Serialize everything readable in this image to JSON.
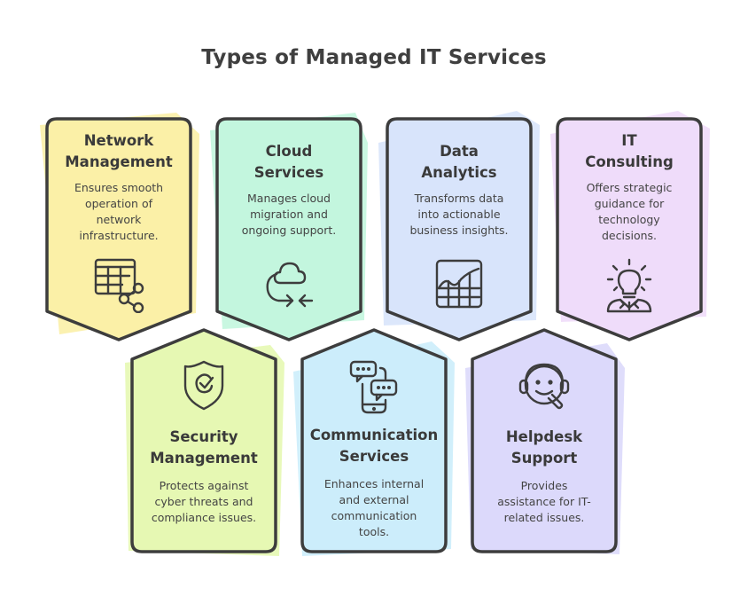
{
  "title": "Types of Managed IT Services",
  "colors": {
    "outline": "#3d3d3d",
    "yellow": "#fbf0a7",
    "mint": "#c3f6de",
    "blue": "#d8e4fb",
    "lilac": "#efdcfa",
    "lime": "#e6f8b3",
    "sky": "#ccedfb",
    "lavender": "#dcd9fb"
  },
  "cards": [
    {
      "heading_line1": "Network",
      "heading_line2": "Management",
      "desc_line1": "Ensures smooth",
      "desc_line2": "operation of",
      "desc_line3": "network",
      "desc_line4": "infrastructure.",
      "icon": "network-table-share-icon"
    },
    {
      "heading_line1": "Cloud",
      "heading_line2": "Services",
      "desc_line1": "Manages cloud",
      "desc_line2": "migration and",
      "desc_line3": "ongoing support.",
      "icon": "cloud-sync-icon"
    },
    {
      "heading_line1": "Data",
      "heading_line2": "Analytics",
      "desc_line1": "Transforms data",
      "desc_line2": "into actionable",
      "desc_line3": "business insights.",
      "icon": "chart-grid-icon"
    },
    {
      "heading_line1": "IT",
      "heading_line2": "Consulting",
      "desc_line1": "Offers strategic",
      "desc_line2": "guidance for",
      "desc_line3": "technology",
      "desc_line4": "decisions.",
      "icon": "lightbulb-person-icon"
    },
    {
      "heading_line1": "Security",
      "heading_line2": "Management",
      "desc_line1": "Protects against",
      "desc_line2": "cyber threats and",
      "desc_line3": "compliance issues.",
      "icon": "shield-check-icon"
    },
    {
      "heading_line1": "Communication",
      "heading_line2": "Services",
      "desc_line1": "Enhances internal",
      "desc_line2": "and external",
      "desc_line3": "communication",
      "desc_line4": "tools.",
      "icon": "phone-chat-icon"
    },
    {
      "heading_line1": "Helpdesk",
      "heading_line2": "Support",
      "desc_line1": "Provides",
      "desc_line2": "assistance for IT-",
      "desc_line3": "related issues.",
      "icon": "headset-agent-icon"
    }
  ]
}
